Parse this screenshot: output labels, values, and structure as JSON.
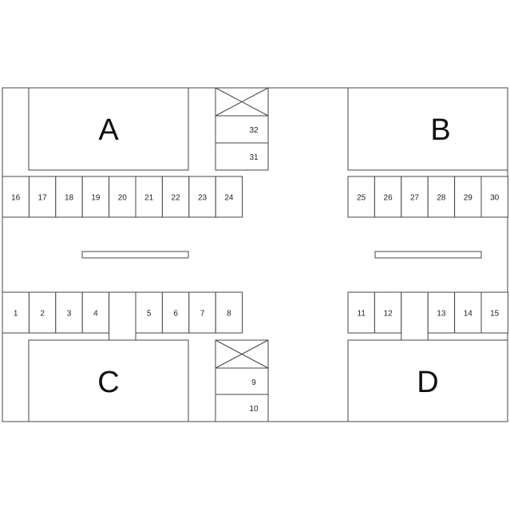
{
  "buildings": [
    {
      "id": "A",
      "label": "A"
    },
    {
      "id": "B",
      "label": "B"
    },
    {
      "id": "C",
      "label": "C"
    },
    {
      "id": "D",
      "label": "D"
    }
  ],
  "spaces": {
    "top_left_row": [
      "16",
      "17",
      "18",
      "19",
      "20",
      "21",
      "22",
      "23",
      "24"
    ],
    "top_right_row": [
      "25",
      "26",
      "27",
      "28",
      "29",
      "30"
    ],
    "bottom_left_row": [
      "1",
      "2",
      "3",
      "4",
      "",
      "5",
      "6",
      "7",
      "8"
    ],
    "bottom_right_row": [
      "11",
      "12",
      "",
      "13",
      "14",
      "15"
    ],
    "center_top_column": [
      "32",
      "31"
    ],
    "center_bottom_column": [
      "9",
      "10"
    ]
  }
}
